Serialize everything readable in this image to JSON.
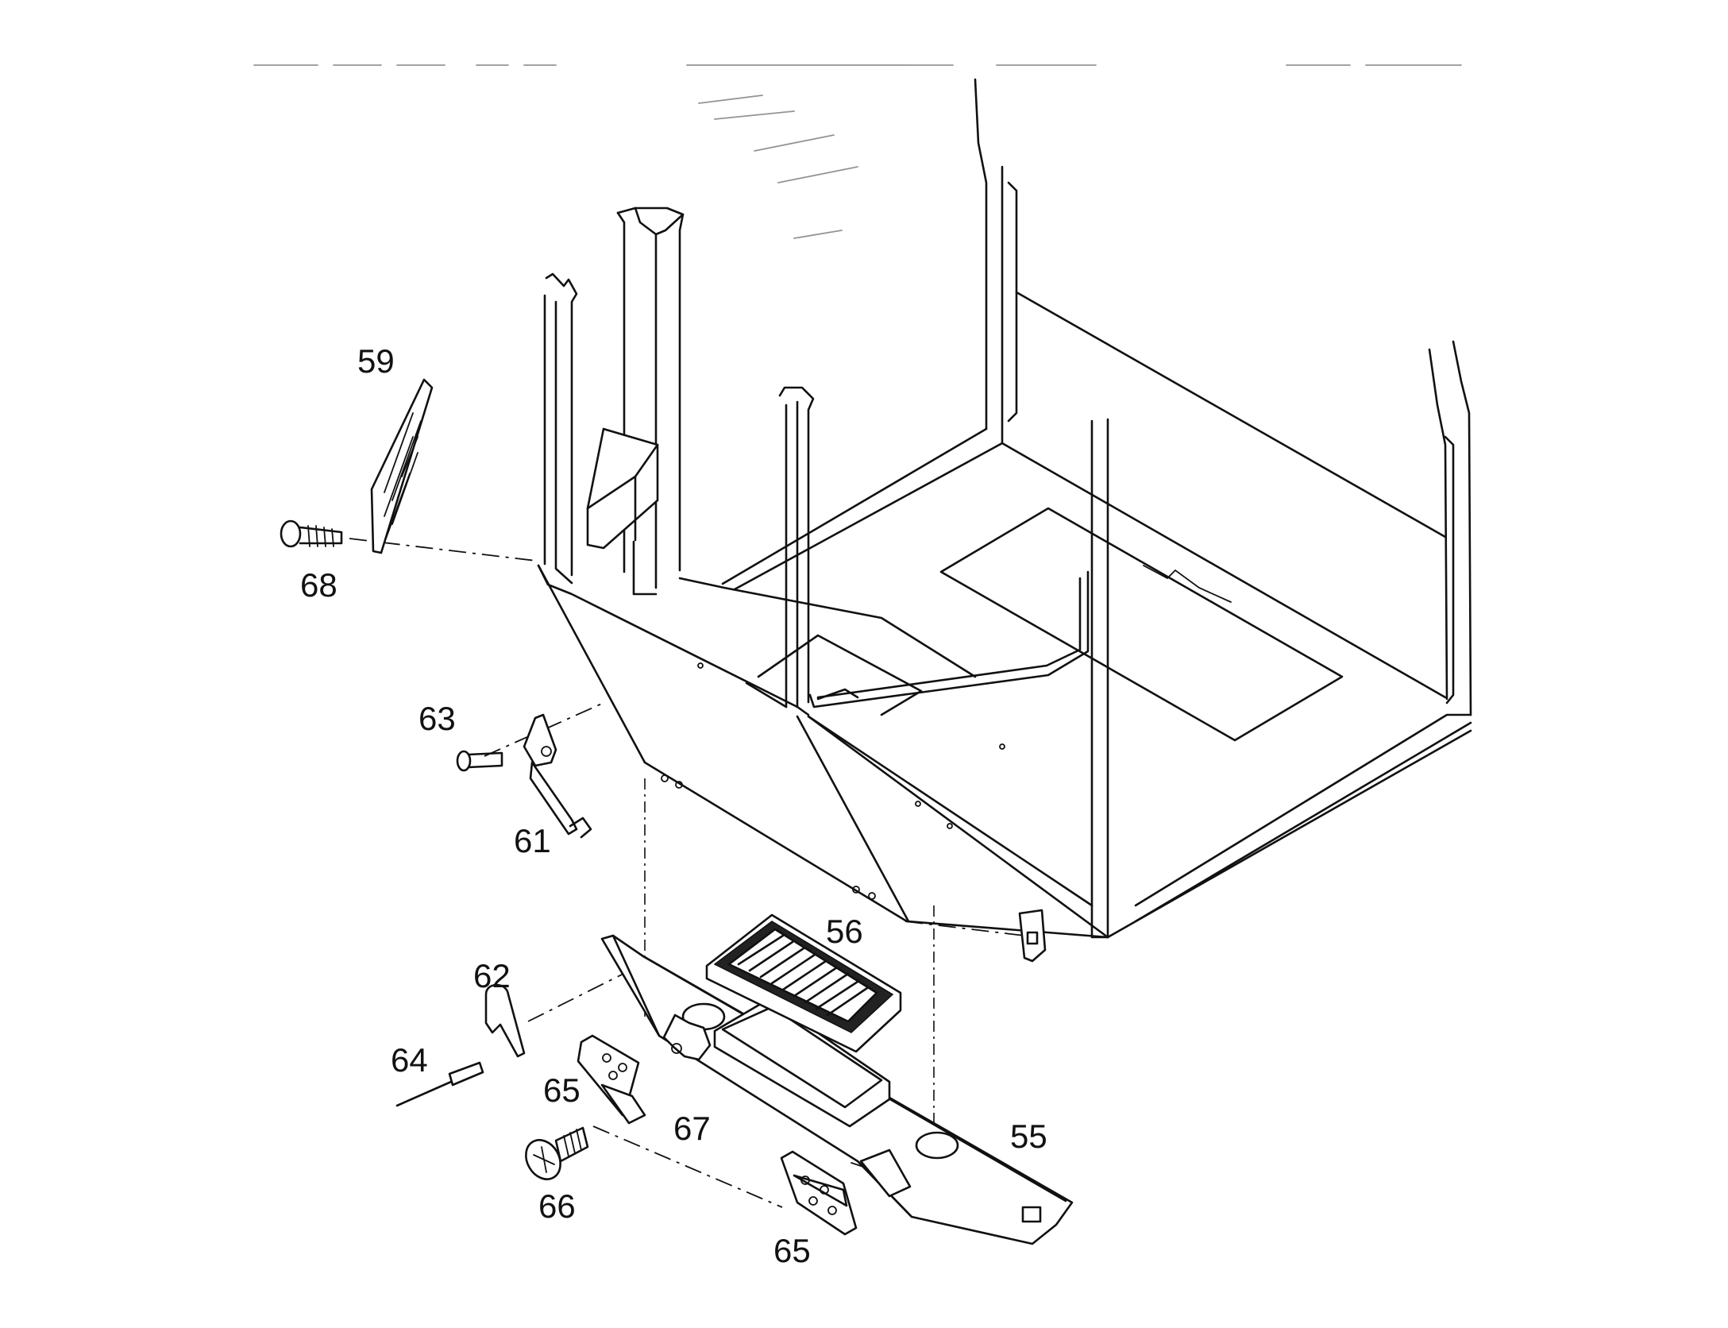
{
  "callouts": {
    "p55": "55",
    "p56": "56",
    "p59": "59",
    "p61": "61",
    "p62": "62",
    "p63": "63",
    "p64": "64",
    "p65a": "65",
    "p65b": "65",
    "p66": "66",
    "p67": "67",
    "p68": "68"
  }
}
